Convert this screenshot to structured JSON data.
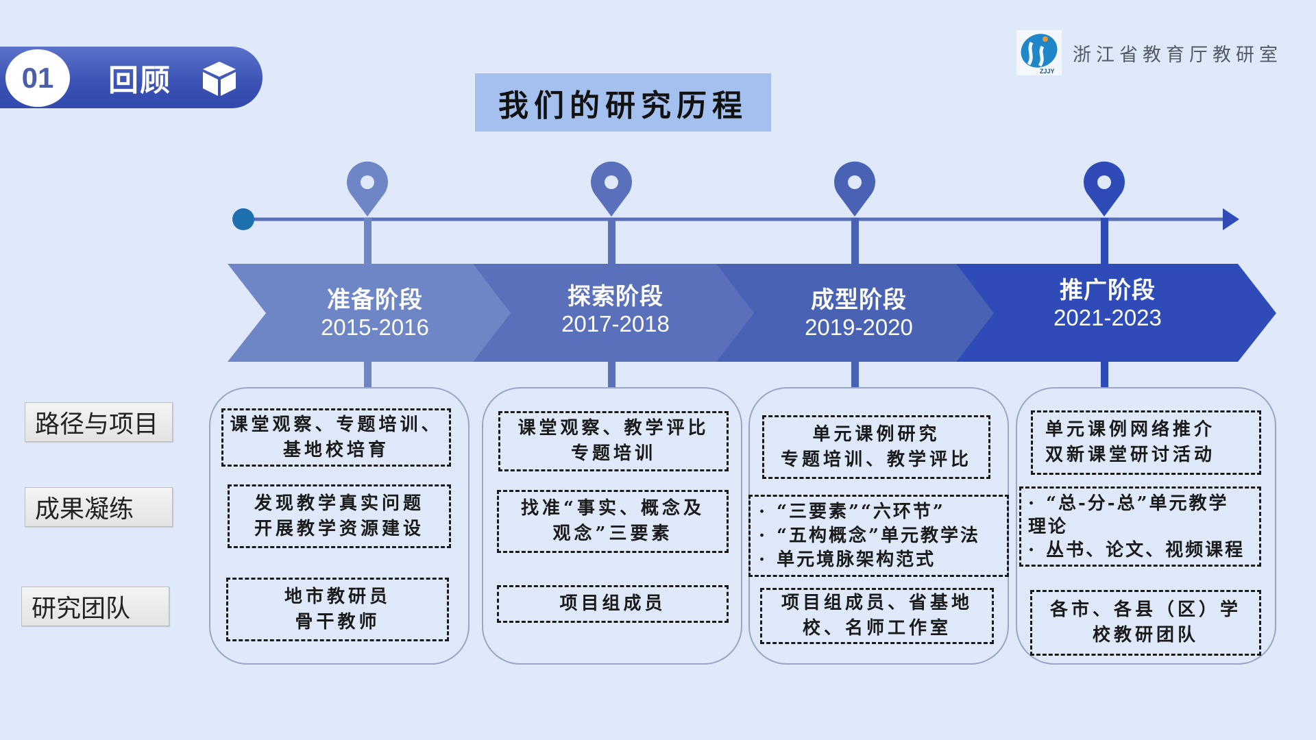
{
  "section_badge": {
    "number": "01",
    "label": "回顾",
    "icon": "cube-icon"
  },
  "logo": {
    "mark_text": "ZJJY",
    "org_name": "浙江省教育厅教研室"
  },
  "title": "我们的研究历程",
  "colors": {
    "background": "#dfe9f9",
    "badge": "#3a52b4",
    "title_box": "#a4c0ee",
    "timeline_start_dot": "#1e6fae",
    "stage_1": "#6f86c6",
    "stage_2": "#5a70bb",
    "stage_3": "#4a62b4",
    "stage_4": "#2f4bb7"
  },
  "row_labels": [
    {
      "label": "路径与项目"
    },
    {
      "label": "成果凝练"
    },
    {
      "label": "研究团队"
    }
  ],
  "stages": [
    {
      "name": "准备阶段",
      "years": "2015-2016",
      "path_projects": [
        "课堂观察、专题培训、",
        "基地校培育"
      ],
      "achievements": [
        "发现教学真实问题",
        "开展教学资源建设"
      ],
      "team": [
        "地市教研员",
        "骨干教师"
      ]
    },
    {
      "name": "探索阶段",
      "years": "2017-2018",
      "path_projects": [
        "课堂观察、教学评比",
        "专题培训"
      ],
      "achievements": [
        "找准“事实、概念及",
        "观念”三要素"
      ],
      "team": [
        "项目组成员"
      ]
    },
    {
      "name": "成型阶段",
      "years": "2019-2020",
      "path_projects": [
        "单元课例研究",
        "专题培训、教学评比"
      ],
      "achievements": [
        "“三要素”“六环节”",
        "“五构概念”单元教学法",
        "单元境脉架构范式"
      ],
      "team": [
        "项目组成员、省基地",
        "校、名师工作室"
      ]
    },
    {
      "name": "推广阶段",
      "years": "2021-2023",
      "path_projects": [
        "单元课例网络推介",
        "双新课堂研讨活动"
      ],
      "achievements": [
        "“总-分-总”单元教学",
        "理论",
        "丛书、论文、视频课程"
      ],
      "team": [
        "各市、各县（区）学",
        "校教研团队"
      ]
    }
  ]
}
